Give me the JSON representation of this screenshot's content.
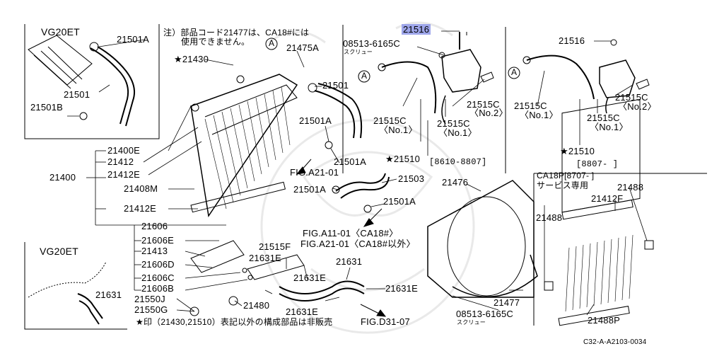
{
  "colors": {
    "line": "#000000",
    "paper": "#ffffff",
    "highlight": "#9ea6ea",
    "watermark": "#e9e9e9"
  },
  "insets": {
    "tl_engine": "VG20ET",
    "bl_engine": "VG20ET"
  },
  "note": {
    "top_line1": "注）部品コード21477は、CA18#には",
    "top_line2": "使用できません。",
    "bottom": "★印（21430,21510）表記以外の構成部品は非販売"
  },
  "callout": {
    "a": "A"
  },
  "labels": {
    "p21501A_a": "21501A",
    "p21501_a": "21501",
    "p21501B": "21501B",
    "p21475A": "21475A",
    "p21430": "★21430",
    "p21501_b": "21501",
    "p21501A_b": "21501A",
    "p21501A_c": "21501A",
    "p21400E": "21400E",
    "p21412": "21412",
    "p21400": "21400",
    "p21412E_a": "21412E",
    "p21408M": "21408M",
    "p21412E_b": "21412E",
    "fig_a21_01": "FIG.A21-01",
    "p21501A_d": "21501A",
    "p21503": "21503",
    "p21501A_e": "21501A",
    "fig_a11": "FIG.A11-01〈CA18#〉",
    "fig_a21_ex": "FIG.A21-01〈CA18#以外〉",
    "p21606": "21606",
    "p21606E": "21606E",
    "p21413": "21413",
    "p21606D": "21606D",
    "p21606C": "21606C",
    "p21606B": "21606B",
    "p21550J": "21550J",
    "p21550G": "21550G",
    "p21631_l": "21631",
    "p21480": "21480",
    "p21515F": "21515F",
    "p21631E_a": "21631E",
    "p21631E_b": "21631E",
    "p21631_m": "21631",
    "p21631E_c": "21631E",
    "p21631E_d": "21631E",
    "fig_d31": "FIG.D31-07",
    "p21516_hl": "21516",
    "p08513_t": "08513-6165C",
    "screw_t": "スクリュー",
    "p21515C_no1_a": "21515C",
    "no1_a": "〈No.1〉",
    "p21515C_no2_a": "21515C",
    "no2_a": "〈No.2〉",
    "p21515C_no1_b": "21515C",
    "no1_b": "〈No.1〉",
    "p21510_a": "★21510",
    "date_a": "[8610-8807]",
    "p21516_r": "21516",
    "p21515C_no1_c": "21515C",
    "no1_c": "〈No.1〉",
    "p21515C_no2_r": "21515C",
    "no2_r": "〈No.2〉",
    "p21515C_no1_d": "21515C",
    "no1_d": "〈No.1〉",
    "p21510_b": "★21510",
    "date_b": "[8807-        ]",
    "p21476": "21476",
    "ca18p": "CA18P[8707-        ]",
    "service": "サービス専用",
    "p21488_a": "21488",
    "p21412F": "21412F",
    "p21488_b": "21488",
    "p21477": "21477",
    "p08513_b": "08513-6165C",
    "screw_b": "スクリュー",
    "p21488P": "21488P",
    "code": "C32-A-A2103-0034"
  }
}
